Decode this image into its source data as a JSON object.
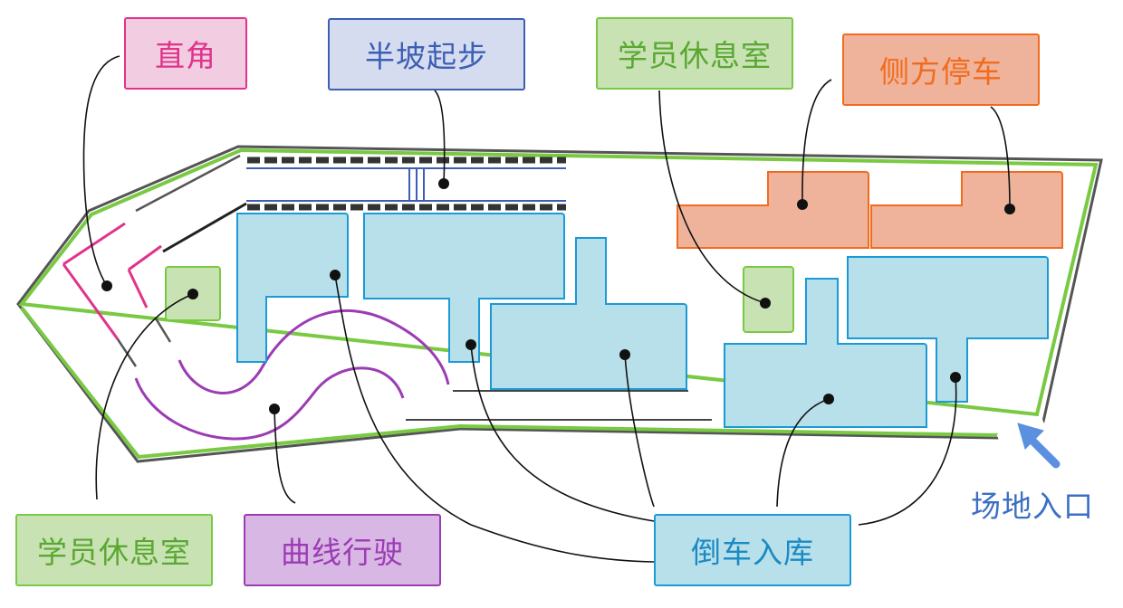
{
  "labels": {
    "right_angle": "直角",
    "hill_start": "半坡起步",
    "lounge_top": "学员休息室",
    "parallel_parking": "侧方停车",
    "lounge_bottom": "学员休息室",
    "curve_driving": "曲线行驶",
    "reverse_parking": "倒车入库",
    "entrance": "场地入口"
  },
  "colors": {
    "boundary": "#7ac943",
    "right_angle": "#e0348c",
    "right_angle_bg": "#f2cce0",
    "hill_start": "#3c5fb4",
    "hill_start_bg": "#d6dcf0",
    "lounge": "#7ac943",
    "lounge_bg": "#c8e2b4",
    "parallel": "#f26b1d",
    "parallel_bg": "#eeb39a",
    "curve": "#9c3cb4",
    "curve_bg": "#d9b7e4",
    "reverse": "#1b9ad6",
    "reverse_bg": "#b8e0ea",
    "entrance": "#3b6fc4",
    "arrow": "#5b8fe0"
  },
  "icons": {
    "entrance_arrow": "arrow-up-left-icon"
  }
}
